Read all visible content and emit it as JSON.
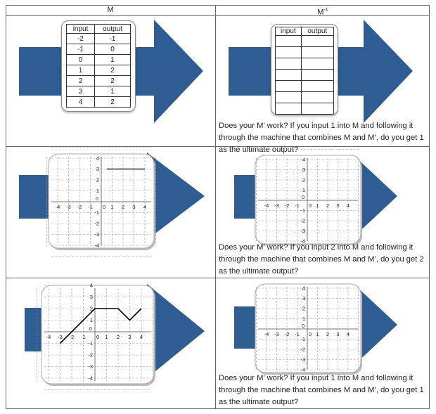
{
  "colors": {
    "arrow": "#2d5d92",
    "grid_line": "#999999",
    "border": "#666666",
    "graph_line": "#000000",
    "horizontal_segment": "#1b2a50"
  },
  "header": {
    "left": "M",
    "right_base": "M",
    "right_sup": "-1"
  },
  "table1": {
    "input_header": "input",
    "output_header": "output",
    "rows": [
      {
        "input": "-2",
        "output": "-1"
      },
      {
        "input": "-1",
        "output": "0"
      },
      {
        "input": "0",
        "output": "1"
      },
      {
        "input": "1",
        "output": "2"
      },
      {
        "input": "2",
        "output": "2"
      },
      {
        "input": "3",
        "output": "1"
      },
      {
        "input": "4",
        "output": "2"
      }
    ]
  },
  "table2": {
    "input_header": "input",
    "output_header": "output",
    "empty_rows": 7
  },
  "grid": {
    "x_ticks": [
      "-4",
      "-3",
      "-2",
      "-1",
      "0",
      "1",
      "2",
      "3",
      "4"
    ],
    "y_ticks": [
      "4",
      "3",
      "2",
      "1",
      "0",
      "-1",
      "-2",
      "-3",
      "-4"
    ]
  },
  "graph_row2": {
    "segment": [
      [
        0.5,
        3
      ],
      [
        4,
        3
      ]
    ]
  },
  "graph_row3": {
    "polyline": [
      [
        -3,
        -1
      ],
      [
        -2,
        0
      ],
      [
        -1,
        1
      ],
      [
        0,
        2
      ],
      [
        1,
        2
      ],
      [
        2,
        2
      ],
      [
        3,
        1
      ],
      [
        4,
        2
      ]
    ]
  },
  "questions": {
    "q1": "Does your M’ work? If you input 1 into M and following it through the machine that combines M and M’, do you get 1 as the ultimate output?",
    "q2": "Does your M’ work? If you input 2 into M and following it through the machine that combines M and M’, do you get 2 as the ultimate output?",
    "q3": "Does your M’ work? If you input 1 into M and following it through the machine that combines M and M’, do you get 1 as the ultimate output?"
  }
}
